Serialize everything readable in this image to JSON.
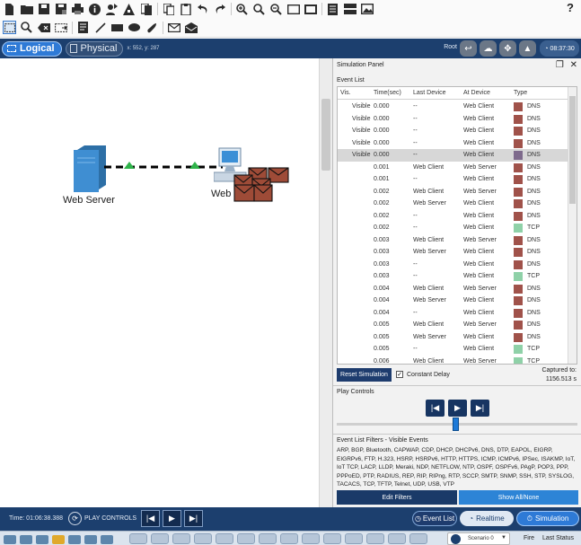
{
  "toolbar": {
    "row1_icons": [
      "new-file-icon",
      "open-folder-icon",
      "save-icon",
      "save-as-icon",
      "print-icon",
      "info-icon",
      "user-icon",
      "network-icon",
      "activity-wizard-icon",
      "copy-icon",
      "paste-icon",
      "undo-icon",
      "redo-icon",
      "zoom-in-icon",
      "zoom-reset-icon",
      "zoom-out-icon",
      "drawing-palette-icon",
      "custom-device-icon",
      "notes-icon",
      "server-icon",
      "image-icon"
    ],
    "row2_icons": [
      "select-icon",
      "inspect-icon",
      "delete-icon",
      "resize-icon",
      "note-icon",
      "line-icon",
      "rectangle-icon",
      "ellipse-icon",
      "freeform-icon",
      "add-pdu-icon",
      "add-complex-pdu-icon"
    ],
    "help_label": "?"
  },
  "workspace": {
    "logical_label": "Logical",
    "physical_label": "Physical",
    "coords": "x: 552, y: 287",
    "root_label": "Root",
    "clock": "08:37:30"
  },
  "canvas": {
    "server_label": "Web Server",
    "client_label": "Web"
  },
  "sim_panel": {
    "title": "Simulation Panel",
    "event_list_label": "Event List",
    "columns": [
      "Vis.",
      "Time(sec)",
      "Last Device",
      "At Device",
      "Type"
    ],
    "rows": [
      {
        "vis": "Visible",
        "time": "0.000",
        "last": "--",
        "at": "Web Client",
        "type": "DNS",
        "color": "#a0524a"
      },
      {
        "vis": "Visible",
        "time": "0.000",
        "last": "--",
        "at": "Web Client",
        "type": "DNS",
        "color": "#a0524a"
      },
      {
        "vis": "Visible",
        "time": "0.000",
        "last": "--",
        "at": "Web Client",
        "type": "DNS",
        "color": "#a0524a"
      },
      {
        "vis": "Visible",
        "time": "0.000",
        "last": "--",
        "at": "Web Client",
        "type": "DNS",
        "color": "#a0524a"
      },
      {
        "vis": "Visible",
        "time": "0.000",
        "last": "--",
        "at": "Web Client",
        "type": "DNS",
        "color": "#7e6a8c"
      },
      {
        "vis": "",
        "time": "0.001",
        "last": "Web Client",
        "at": "Web Server",
        "type": "DNS",
        "color": "#a0524a"
      },
      {
        "vis": "",
        "time": "0.001",
        "last": "--",
        "at": "Web Client",
        "type": "DNS",
        "color": "#a0524a"
      },
      {
        "vis": "",
        "time": "0.002",
        "last": "Web Client",
        "at": "Web Server",
        "type": "DNS",
        "color": "#a0524a"
      },
      {
        "vis": "",
        "time": "0.002",
        "last": "Web Server",
        "at": "Web Client",
        "type": "DNS",
        "color": "#a0524a"
      },
      {
        "vis": "",
        "time": "0.002",
        "last": "--",
        "at": "Web Client",
        "type": "DNS",
        "color": "#a0524a"
      },
      {
        "vis": "",
        "time": "0.002",
        "last": "--",
        "at": "Web Client",
        "type": "TCP",
        "color": "#8fd1a8"
      },
      {
        "vis": "",
        "time": "0.003",
        "last": "Web Client",
        "at": "Web Server",
        "type": "DNS",
        "color": "#a0524a"
      },
      {
        "vis": "",
        "time": "0.003",
        "last": "Web Server",
        "at": "Web Client",
        "type": "DNS",
        "color": "#a0524a"
      },
      {
        "vis": "",
        "time": "0.003",
        "last": "--",
        "at": "Web Client",
        "type": "DNS",
        "color": "#a0524a"
      },
      {
        "vis": "",
        "time": "0.003",
        "last": "--",
        "at": "Web Client",
        "type": "TCP",
        "color": "#8fd1a8"
      },
      {
        "vis": "",
        "time": "0.004",
        "last": "Web Client",
        "at": "Web Server",
        "type": "DNS",
        "color": "#a0524a"
      },
      {
        "vis": "",
        "time": "0.004",
        "last": "Web Server",
        "at": "Web Client",
        "type": "DNS",
        "color": "#a0524a"
      },
      {
        "vis": "",
        "time": "0.004",
        "last": "--",
        "at": "Web Client",
        "type": "DNS",
        "color": "#a0524a"
      },
      {
        "vis": "",
        "time": "0.005",
        "last": "Web Client",
        "at": "Web Server",
        "type": "DNS",
        "color": "#a0524a"
      },
      {
        "vis": "",
        "time": "0.005",
        "last": "Web Server",
        "at": "Web Client",
        "type": "DNS",
        "color": "#a0524a"
      },
      {
        "vis": "",
        "time": "0.005",
        "last": "--",
        "at": "Web Client",
        "type": "TCP",
        "color": "#8fd1a8"
      },
      {
        "vis": "",
        "time": "0.006",
        "last": "Web Client",
        "at": "Web Server",
        "type": "TCP",
        "color": "#8fd1a8"
      }
    ],
    "reset_label": "Reset Simulation",
    "constant_delay_label": "Constant Delay",
    "captured_label": "Captured to:",
    "captured_value": "1156.513 s",
    "play_controls_label": "Play Controls",
    "filters_label": "Event List Filters - Visible Events",
    "filters_text": "ARP, BGP, Bluetooth, CAPWAP, CDP, DHCP, DHCPv6, DNS, DTP, EAPOL, EIGRP, EIGRPv6, FTP, H.323, HSRP, HSRPv6, HTTP, HTTPS, ICMP, ICMPv6, IPSec, ISAKMP, IoT, IoT TCP, LACP, LLDP, Meraki, NDP, NETFLOW, NTP, OSPF, OSPFv6, PAgP, POP3, PPP, PPPoED, PTP, RADIUS, REP, RIP, RIPng, RTP, SCCP, SMTP, SNMP, SSH, STP, SYSLOG, TACACS, TCP, TFTP, Telnet, UDP, USB, VTP",
    "edit_filters_label": "Edit Filters",
    "show_all_label": "Show All/None"
  },
  "bottom": {
    "time": "Time: 01:06:38.388",
    "play_controls": "PLAY CONTROLS",
    "event_list_tab": "Event List",
    "realtime_tab": "Realtime",
    "simulation_tab": "Simulation"
  },
  "palette": {
    "scenario_label": "Scenario 0",
    "fire_label": "Fire",
    "last_status_label": "Last Status"
  },
  "colors": {
    "dns": "#a0524a",
    "tcp": "#8fd1a8",
    "header_bar": "#1c3f6e",
    "accent_blue": "#2e7ad6"
  }
}
